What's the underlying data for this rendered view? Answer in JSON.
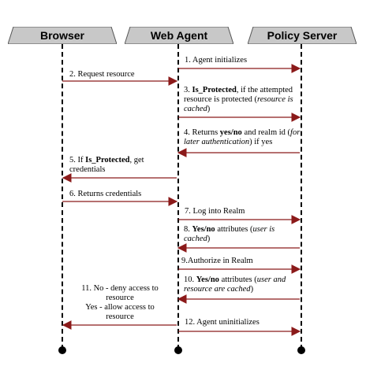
{
  "participants": {
    "browser": "Browser",
    "web_agent": "Web Agent",
    "policy_server": "Policy Server"
  },
  "messages": {
    "m1": "1. Agent initializes",
    "m2": "2. Request resource",
    "m3": {
      "pre": "3. ",
      "bold": "Is_Protected",
      "mid": ", if the attempted resource is protected (",
      "italic": "resource is cached",
      "post": ")"
    },
    "m4": {
      "pre": "4. Returns ",
      "bold": "yes/no",
      "mid": " and realm id (",
      "italic": "for later authentication",
      "post": ") if yes"
    },
    "m5": {
      "pre": "5. If ",
      "bold": "Is_Protected",
      "post": ", get credentials"
    },
    "m6": "6. Returns credentials",
    "m7": "7. Log into Realm",
    "m8": {
      "pre": "8. ",
      "bold": "Yes/no",
      "mid": " attributes (",
      "italic": "user is cached",
      "post": ")"
    },
    "m9": "9.Authorize in Realm",
    "m10": {
      "pre": "10. ",
      "bold": "Yes/no",
      "mid": " attributes (",
      "italic": "user and resource are cached",
      "post": ")"
    },
    "m11": {
      "line1": "11. No - deny access to",
      "line2": "resource",
      "line3": "Yes - allow access to",
      "line4": "resource"
    },
    "m12": "12. Agent uninitializes"
  },
  "colors": {
    "arrow": "#8b1a1a",
    "box_fill": "#c8c8c8",
    "lifeline": "#000000"
  }
}
